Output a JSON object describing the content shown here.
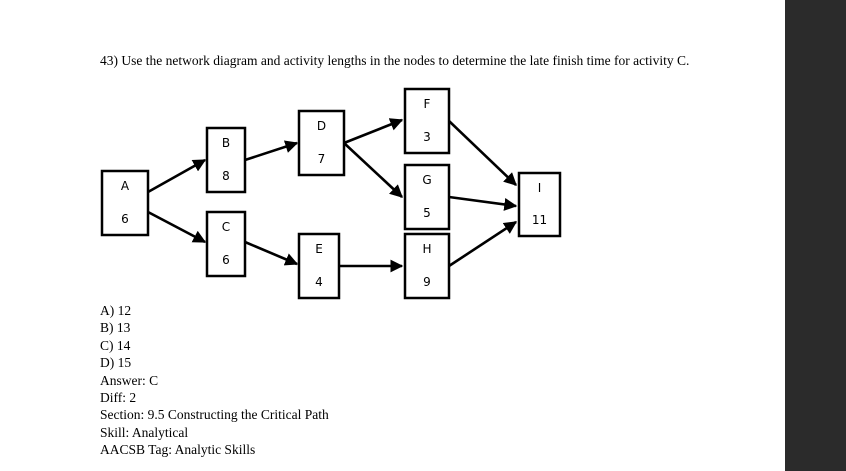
{
  "question": {
    "number": "43)",
    "text": "Use the network diagram and activity lengths in the nodes to determine the late finish time for activity C."
  },
  "diagram": {
    "nodes": [
      {
        "id": "A",
        "duration": "6"
      },
      {
        "id": "B",
        "duration": "8"
      },
      {
        "id": "C",
        "duration": "6"
      },
      {
        "id": "D",
        "duration": "7"
      },
      {
        "id": "E",
        "duration": "4"
      },
      {
        "id": "F",
        "duration": "3"
      },
      {
        "id": "G",
        "duration": "5"
      },
      {
        "id": "H",
        "duration": "9"
      },
      {
        "id": "I",
        "duration": "11"
      }
    ],
    "edges": [
      [
        "A",
        "B"
      ],
      [
        "A",
        "C"
      ],
      [
        "B",
        "D"
      ],
      [
        "C",
        "E"
      ],
      [
        "D",
        "F"
      ],
      [
        "D",
        "G"
      ],
      [
        "E",
        "H"
      ],
      [
        "F",
        "I"
      ],
      [
        "G",
        "I"
      ],
      [
        "H",
        "I"
      ]
    ]
  },
  "choices": [
    {
      "label": "A)",
      "value": "12"
    },
    {
      "label": "B)",
      "value": "13"
    },
    {
      "label": "C)",
      "value": "14"
    },
    {
      "label": "D)",
      "value": "15"
    }
  ],
  "meta": {
    "answer": "Answer:  C",
    "diff": "Diff: 2",
    "section": "Section:  9.5 Constructing the Critical Path",
    "skill": "Skill:  Analytical",
    "aacsb": "AACSB Tag:  Analytic Skills"
  }
}
